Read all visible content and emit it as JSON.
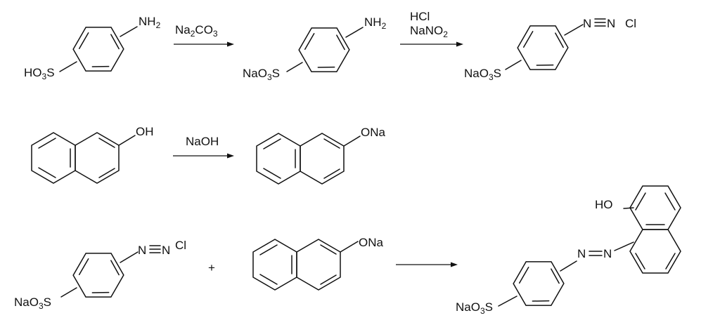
{
  "colors": {
    "ink": "#111111",
    "background": "#ffffff"
  },
  "reagents": {
    "step1": {
      "pre": "Na",
      "sub1": "2",
      "mid": "CO",
      "sub2": "3"
    },
    "step2_line1": "HCl",
    "step2_line2": {
      "pre": "NaNO",
      "sub": "2"
    },
    "step3": "NaOH"
  },
  "groups": {
    "nh2": {
      "pre": "NH",
      "sub": "2"
    },
    "ho3s": {
      "pre": "HO",
      "sub": "3",
      "post": "S"
    },
    "nao3s": {
      "pre": "NaO",
      "sub": "3",
      "post": "S"
    },
    "diazonium_n1": "N",
    "diazonium_n2": "N",
    "chloride": "Cl",
    "oh": "OH",
    "ona": "ONa",
    "azo_n1": "N",
    "azo_n2": "N",
    "ho": "HO"
  },
  "plus_sign": "+"
}
